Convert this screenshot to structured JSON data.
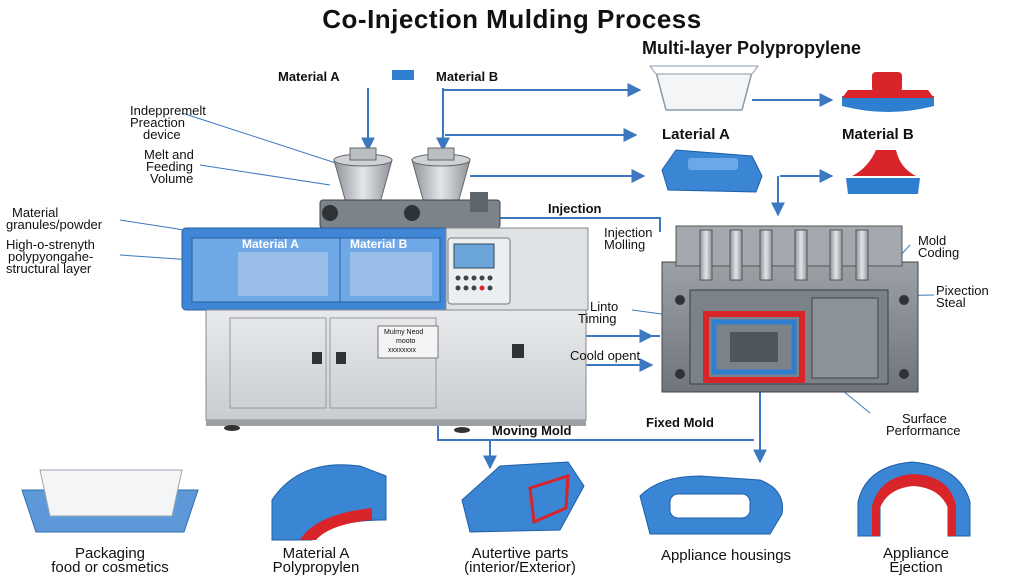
{
  "title": "Co-Injection Mulding Process",
  "top_labels": {
    "material_a": "Material A",
    "material_b": "Material B",
    "multi_layer": "Multi-layer Polypropylene",
    "lateral_a": "Laterial A",
    "material_b_right": "Material B"
  },
  "left_labels": {
    "independent_line1": "Indeppremelt",
    "independent_line2": "Preaction",
    "independent_line3": "device",
    "melt_line1": "Melt and",
    "melt_line2": "Feeding",
    "melt_line3": "Volume",
    "granules_line1": "Material",
    "granules_line2": "granules/powder",
    "strength_line1": "High-o-strenyth",
    "strength_line2": "polypyongahe-",
    "strength_line3": "structural layer"
  },
  "machine": {
    "window_a": "Material A",
    "window_b": "Material B",
    "plate_line1": "Mulmy Neod",
    "plate_line2": "mooto",
    "plate_line3": "xxxxxxxx"
  },
  "middle_labels": {
    "injection": "Injection",
    "lint_line1": "Linto",
    "lint_line2": "Timing",
    "cool_open": "Coold opent",
    "moving_mold": "Moving Mold",
    "fixed_mold": "Fixed Mold"
  },
  "mold_labels": {
    "injection_mold_line1": "Injection",
    "injection_mold_line2": "Molling",
    "mold_coding_line1": "Mold",
    "mold_coding_line2": "Coding",
    "pixection_line1": "Pixection",
    "pixection_line2": "Steal",
    "surface_line1": "Surface",
    "surface_line2": "Performance"
  },
  "products": [
    {
      "line1": "Packaging",
      "line2": "food or cosmetics"
    },
    {
      "line1": "Material A",
      "line2": "Polypropylen"
    },
    {
      "line1": "Autertive parts",
      "line2": "(interior/Exterior)"
    },
    {
      "line1": "Appliance housings",
      "line2": ""
    },
    {
      "line1": "Appliance",
      "line2": "Ejection"
    }
  ],
  "colors": {
    "blue": "#2f7fd0",
    "dark_blue": "#1d5fa8",
    "arrow": "#3b78c0",
    "red": "#d9252a",
    "steel": "#9aa0a6",
    "machine_gray": "#d9dcdf"
  }
}
